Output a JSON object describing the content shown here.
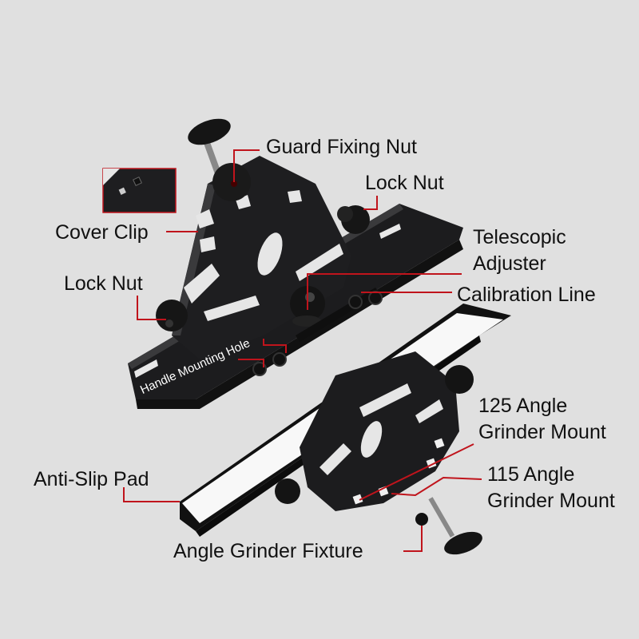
{
  "colors": {
    "background": "#e0e0e0",
    "leader_line": "#c0141c",
    "metal_body": "#1c1c1e",
    "metal_highlight": "#3a3a3c",
    "anti_slip_pad": "#f8f8f8",
    "label_text": "#111111"
  },
  "callouts": {
    "guard_fixing_nut": "Guard Fixing Nut",
    "lock_nut_top": "Lock Nut",
    "cover_clip": "Cover Clip",
    "telescopic_adjuster_line1": "Telescopic",
    "telescopic_adjuster_line2": "Adjuster",
    "lock_nut_left": "Lock Nut",
    "calibration_line": "Calibration Line",
    "handle_mounting_hole": "Handle Mounting Hole",
    "mount_125_line1": "125 Angle",
    "mount_125_line2": "Grinder Mount",
    "mount_115_line1": "115 Angle",
    "mount_115_line2": "Grinder Mount",
    "anti_slip_pad": "Anti-Slip Pad",
    "angle_grinder_fixture": "Angle Grinder Fixture"
  }
}
